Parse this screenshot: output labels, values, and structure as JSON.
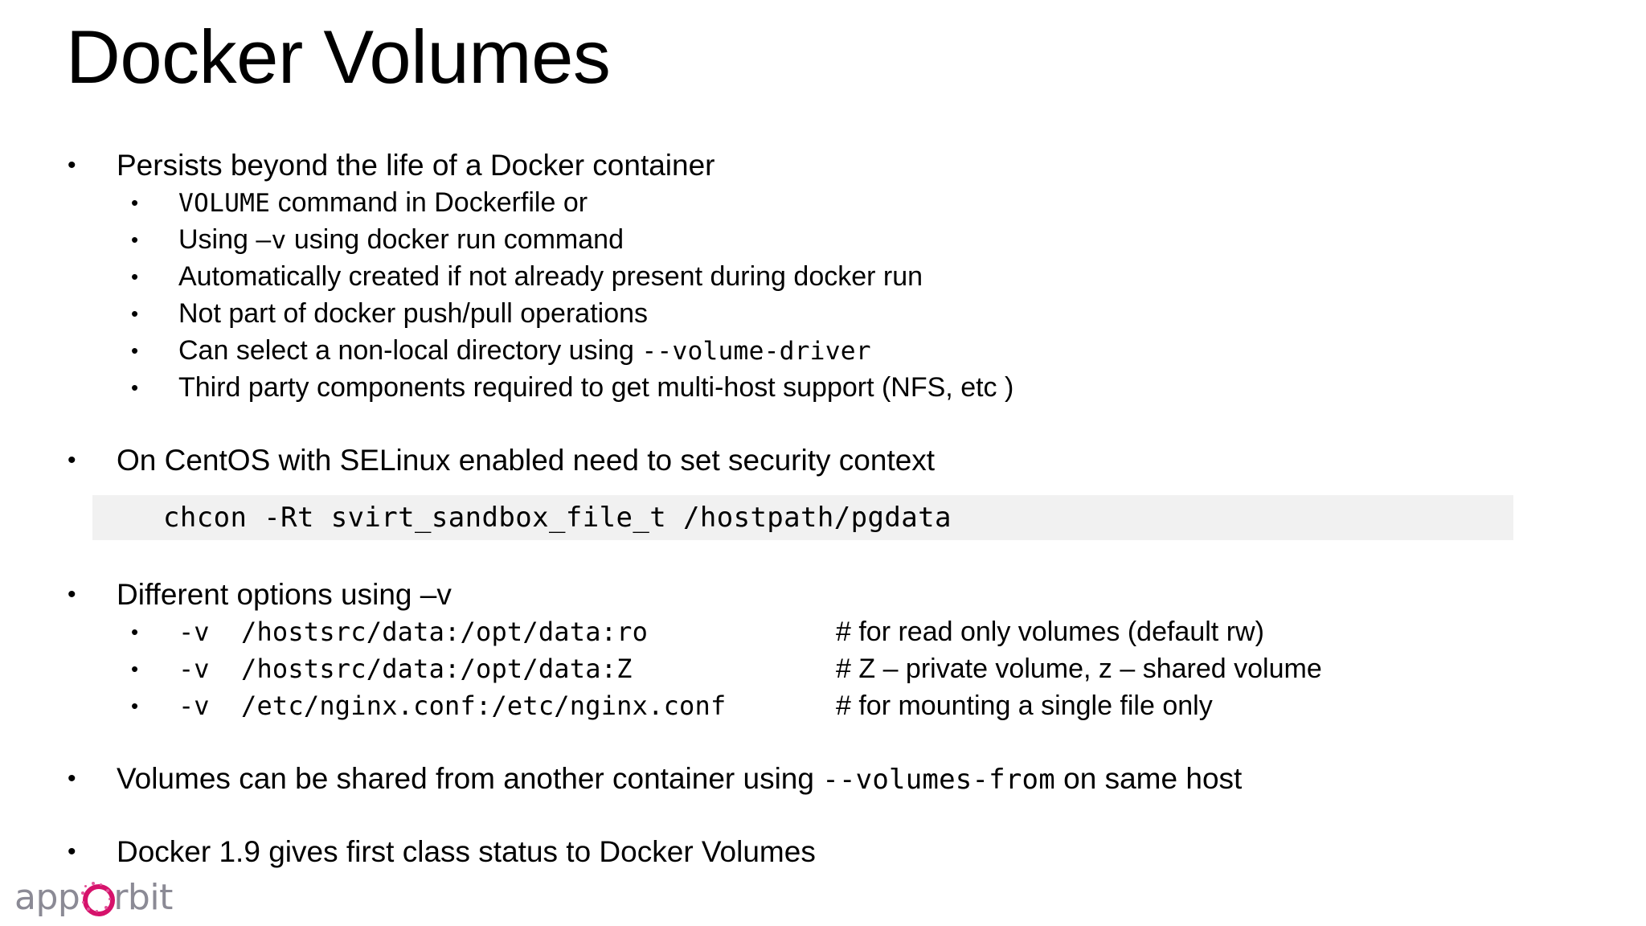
{
  "slide": {
    "title": "Docker Volumes",
    "background_color": "#ffffff",
    "text_color": "#000000",
    "code_band_color": "#f1f1f1"
  },
  "bullets": {
    "b1": {
      "text": "Persists beyond the life of a Docker container",
      "children": [
        {
          "pre": "",
          "code": "VOLUME",
          "post": " command in Dockerfile or"
        },
        {
          "pre": "Using ",
          "code": "–v",
          "post": "  using docker run command"
        },
        {
          "pre": "Automatically created if not already present during docker run",
          "code": "",
          "post": ""
        },
        {
          "pre": "Not part of docker push/pull operations",
          "code": "",
          "post": ""
        },
        {
          "pre": "Can select a non-local directory using ",
          "code": "--volume-driver",
          "post": ""
        },
        {
          "pre": "Third party components required to get multi-host support (NFS, etc )",
          "code": "",
          "post": ""
        }
      ]
    },
    "b2": {
      "text": "On CentOS with SELinux enabled need to set security context",
      "code_line": "chcon -Rt svirt_sandbox_file_t /hostpath/pgdata"
    },
    "b3": {
      "text": "Different options using –v",
      "options": [
        {
          "flag": "-v",
          "path": "/hostsrc/data:/opt/data:ro",
          "comment": "# for read only volumes (default rw)"
        },
        {
          "flag": "-v",
          "path": "/hostsrc/data:/opt/data:Z",
          "comment": "# Z – private volume, z – shared volume"
        },
        {
          "flag": "-v",
          "path": "/etc/nginx.conf:/etc/nginx.conf",
          "comment": "# for mounting a single file only"
        }
      ]
    },
    "b4": {
      "pre": "Volumes can be shared  from another container using ",
      "code": "--volumes-from",
      "post": "  on same host"
    },
    "b5": {
      "text": "Docker 1.9 gives first class status to  Docker Volumes"
    }
  },
  "bullet_glyph": "•",
  "logo": {
    "part1": "app",
    "letter_o": "O",
    "part2": "rbit",
    "text_color": "#8b8a95",
    "accent_color": "#d6126b"
  }
}
